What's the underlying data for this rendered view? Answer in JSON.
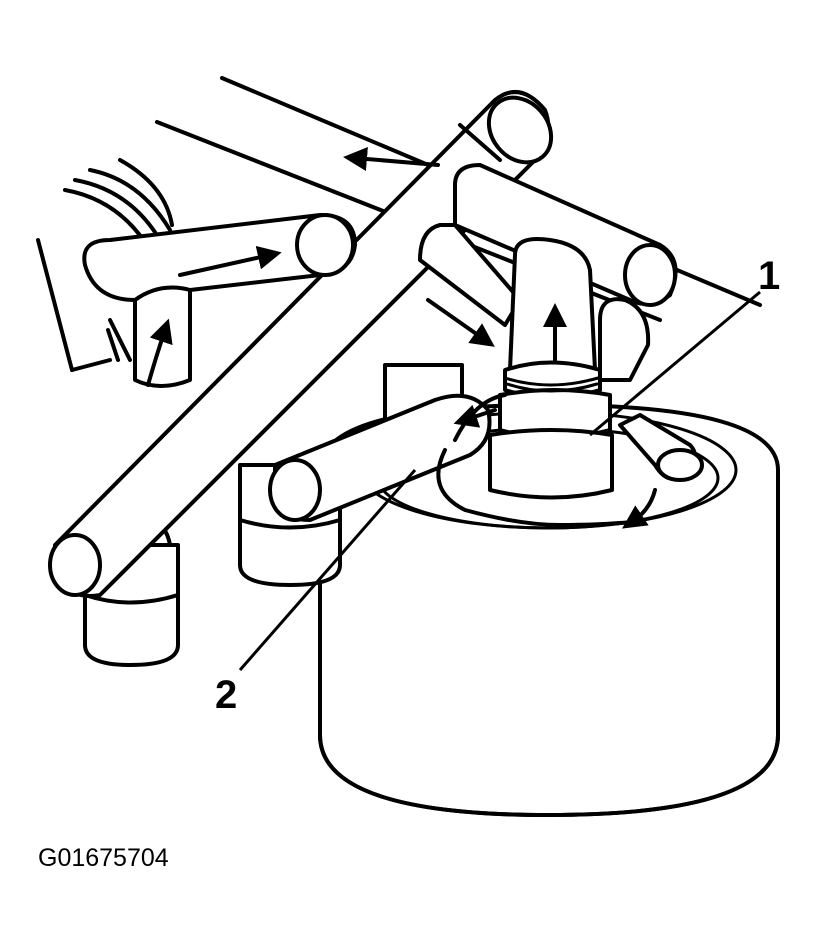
{
  "figure": {
    "callouts": [
      {
        "label": "1",
        "target": "oil-cooler-center-bolt"
      },
      {
        "label": "2",
        "target": "oil-cooler-outlet-pipe"
      }
    ],
    "figure_id": "G01675704"
  },
  "colors": {
    "line": "#000000",
    "fill": "#ffffff"
  }
}
